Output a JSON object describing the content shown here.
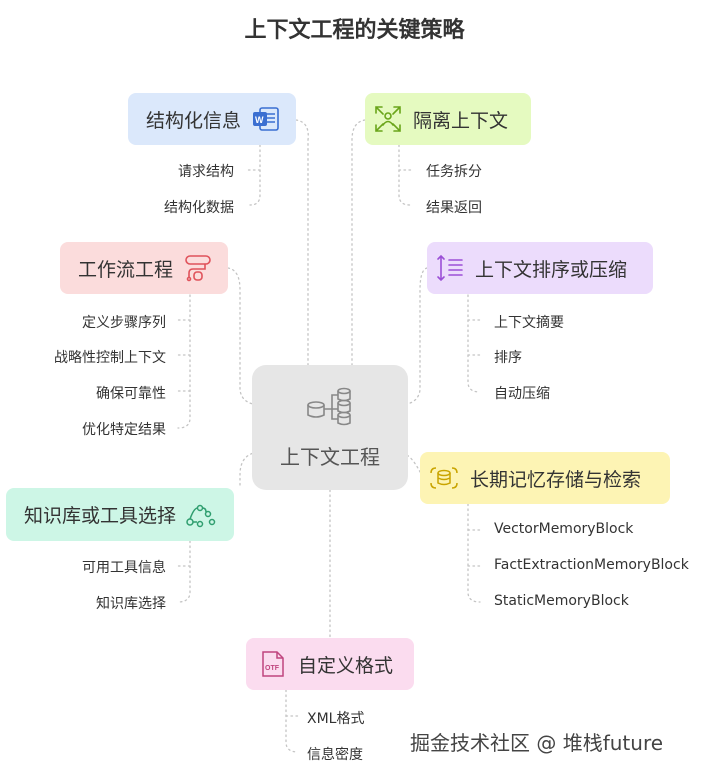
{
  "title": "上下文工程的关键策略",
  "center": {
    "label": "上下文工程"
  },
  "nodes": {
    "structured_info": {
      "label": "结构化信息",
      "children": [
        "请求结构",
        "结构化数据"
      ]
    },
    "isolate_context": {
      "label": "隔离上下文",
      "children": [
        "任务拆分",
        "结果返回"
      ]
    },
    "workflow": {
      "label": "工作流工程",
      "children": [
        "定义步骤序列",
        "战略性控制上下文",
        "确保可靠性",
        "优化特定结果"
      ]
    },
    "sort_compress": {
      "label": "上下文排序或压缩",
      "children": [
        "上下文摘要",
        "排序",
        "自动压缩"
      ]
    },
    "knowledge_tools": {
      "label": "知识库或工具选择",
      "children": [
        "可用工具信息",
        "知识库选择"
      ]
    },
    "long_memory": {
      "label": "长期记忆存储与检索",
      "children": [
        "VectorMemoryBlock",
        "FactExtractionMemoryBlock",
        "StaticMemoryBlock"
      ]
    },
    "custom_format": {
      "label": "自定义格式",
      "children": [
        "XML格式",
        "信息密度"
      ]
    }
  },
  "watermark": "掘金技术社区 @ 堆栈future",
  "colors": {
    "blue": "#dbe8fb",
    "green": "#e5fac0",
    "red": "#fbdcdc",
    "purple": "#ecdcfc",
    "teal": "#cdf6e6",
    "yellow": "#fdf4b4",
    "pink": "#fbdcef",
    "gray": "#e6e6e6"
  },
  "icons": {
    "structured_info": "word-document-icon",
    "isolate_context": "expand-arrows-icon",
    "workflow": "workflow-path-icon",
    "sort_compress": "sort-lines-icon",
    "knowledge_tools": "nodes-share-icon",
    "long_memory": "database-eye-icon",
    "custom_format": "otf-file-icon",
    "center": "database-stack-icon"
  }
}
